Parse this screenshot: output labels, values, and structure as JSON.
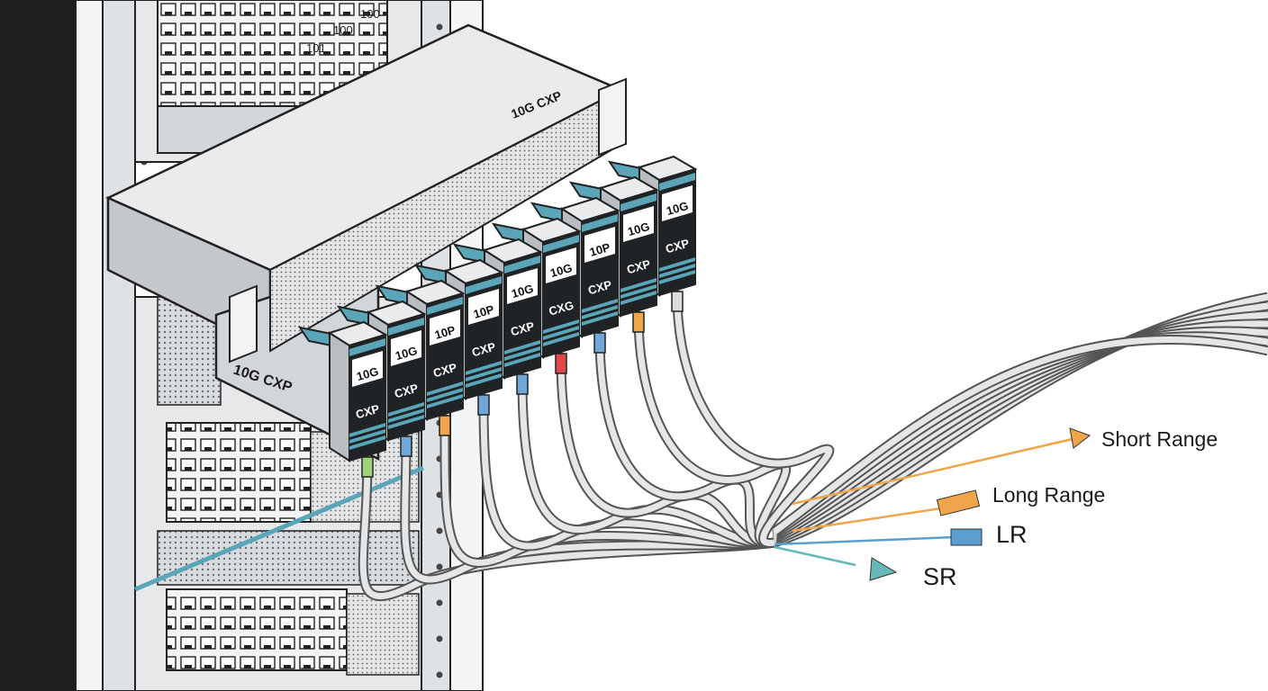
{
  "rack": {
    "upper_port_numbers": [
      "101",
      "100",
      "100"
    ],
    "colors": {
      "frame": "#e6e8ea",
      "frame_dark": "#1e1e1e",
      "outline": "#222222"
    }
  },
  "switch": {
    "top_label": "10G CXP",
    "side_label": "10G CXP",
    "colors": {
      "body": "#dfe2e5",
      "top": "#e9ebed",
      "shade": "#c4c8cc"
    }
  },
  "modules": [
    {
      "line1": "10G",
      "line2": "CXP",
      "tail": "#9fd07a"
    },
    {
      "line1": "10G",
      "line2": "CXP",
      "tail": "#6fa7d6"
    },
    {
      "line1": "10P",
      "line2": "CXP",
      "tail": "#f0a54a"
    },
    {
      "line1": "10P",
      "line2": "CXP",
      "tail": "#6fa7d6"
    },
    {
      "line1": "10G",
      "line2": "CXP",
      "tail": "#6fa7d6"
    },
    {
      "line1": "10G",
      "line2": "CXG",
      "tail": "#e0484a"
    },
    {
      "line1": "10P",
      "line2": "CXP",
      "tail": "#6fa7d6"
    },
    {
      "line1": "10G",
      "line2": "CXP",
      "tail": "#f0a54a"
    },
    {
      "line1": "10G",
      "line2": "CXP",
      "tail": "#dcdcdc"
    }
  ],
  "legend": [
    {
      "label": "Short Range",
      "color": "#f0a54a",
      "kind": "arrow"
    },
    {
      "label": "Long Range",
      "color": "#f0a54a",
      "kind": "plug"
    },
    {
      "label": "LR",
      "color": "#5b9fd0",
      "kind": "plug"
    },
    {
      "label": "SR",
      "color": "#66b8b8",
      "kind": "arrow"
    }
  ],
  "colors": {
    "cable": "#e4e6e8",
    "cable_edge": "#555555",
    "accent_teal": "#5aa6b8"
  }
}
